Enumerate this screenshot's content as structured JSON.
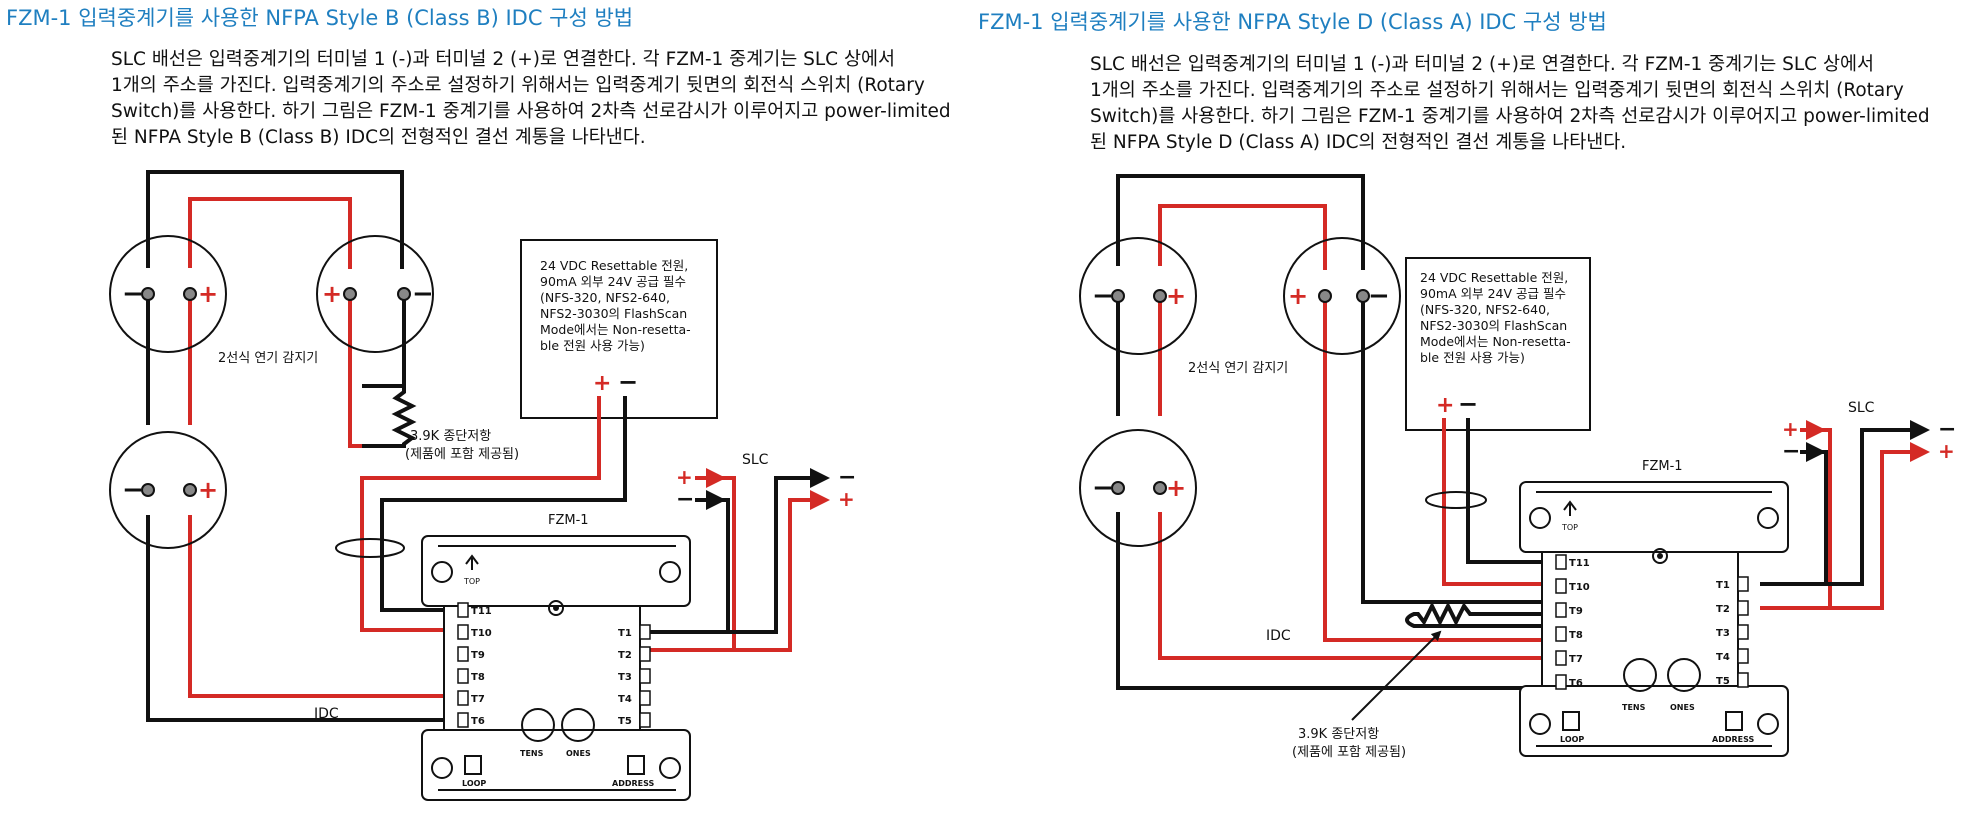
{
  "colors": {
    "title": "#1f7fc0",
    "wire_red": "#d42a25",
    "wire_black": "#111111"
  },
  "left": {
    "title": "FZM-1 입력중계기를 사용한 NFPA Style B (Class B) IDC 구성 방법",
    "desc": [
      "SLC 배선은 입력중계기의 터미널 1 (-)과 터미널 2 (+)로 연결한다. 각 FZM-1 중계기는 SLC 상에서",
      "1개의 주소를 가진다. 입력중계기의 주소로 설정하기 위해서는 입력중계기 뒷면의 회전식 스위치 (Rotary",
      "Switch)를 사용한다. 하기 그림은 FZM-1 중계기를 사용하여 2차측 선로감시가 이루어지고 power-limited",
      "된 NFPA Style B (Class B) IDC의 전형적인 결선 계통을 나타낸다."
    ],
    "detector_label": "2선식 연기 감지기",
    "power_box": [
      "24 VDC Resettable 전원,",
      "90mA 외부 24V 공급 필수",
      "(NFS-320, NFS2-640,",
      "NFS2-3030의 FlashScan",
      "Mode에서는 Non-resetta-",
      "ble 전원 사용 가능)"
    ],
    "resistor_label": [
      "3.9K 종단저항",
      "(제품에 포함 제공됨)"
    ],
    "slc_label": "SLC",
    "idc_label": "IDC",
    "module_label": "FZM-1"
  },
  "right": {
    "title": "FZM-1 입력중계기를 사용한 NFPA Style D (Class A) IDC 구성 방법",
    "desc": [
      "SLC 배선은 입력중계기의 터미널 1 (-)과 터미널 2 (+)로 연결한다. 각 FZM-1 중계기는 SLC 상에서",
      "1개의 주소를 가진다. 입력중계기의 주소로 설정하기 위해서는 입력중계기 뒷면의 회전식 스위치 (Rotary",
      "Switch)를 사용한다. 하기 그림은 FZM-1 중계기를 사용하여 2차측 선로감시가 이루어지고 power-limited",
      "된 NFPA Style D (Class A) IDC의 전형적인 결선 계통을 나타낸다."
    ],
    "detector_label": "2선식 연기 감지기",
    "power_box": [
      "24 VDC Resettable 전원,",
      "90mA 외부 24V 공급 필수",
      "(NFS-320, NFS2-640,",
      "NFS2-3030의 FlashScan",
      "Mode에서는 Non-resetta-",
      "ble 전원 사용 가능)"
    ],
    "resistor_label": [
      "3.9K 종단저항",
      "(제품에 포함 제공됨)"
    ],
    "slc_label": "SLC",
    "idc_label": "IDC",
    "module_label": "FZM-1"
  },
  "symbols": {
    "plus": "+",
    "minus": "−"
  },
  "module": {
    "left_terminals": [
      "T11",
      "T10",
      "T9",
      "T8",
      "T7",
      "T6"
    ],
    "right_terminals": [
      "T1",
      "T2",
      "T3",
      "T4",
      "T5"
    ],
    "top_marker": "TOP",
    "dial_tens": "TENS",
    "dial_ones": "ONES",
    "loop_label": "LOOP",
    "address_label": "ADDRESS"
  }
}
